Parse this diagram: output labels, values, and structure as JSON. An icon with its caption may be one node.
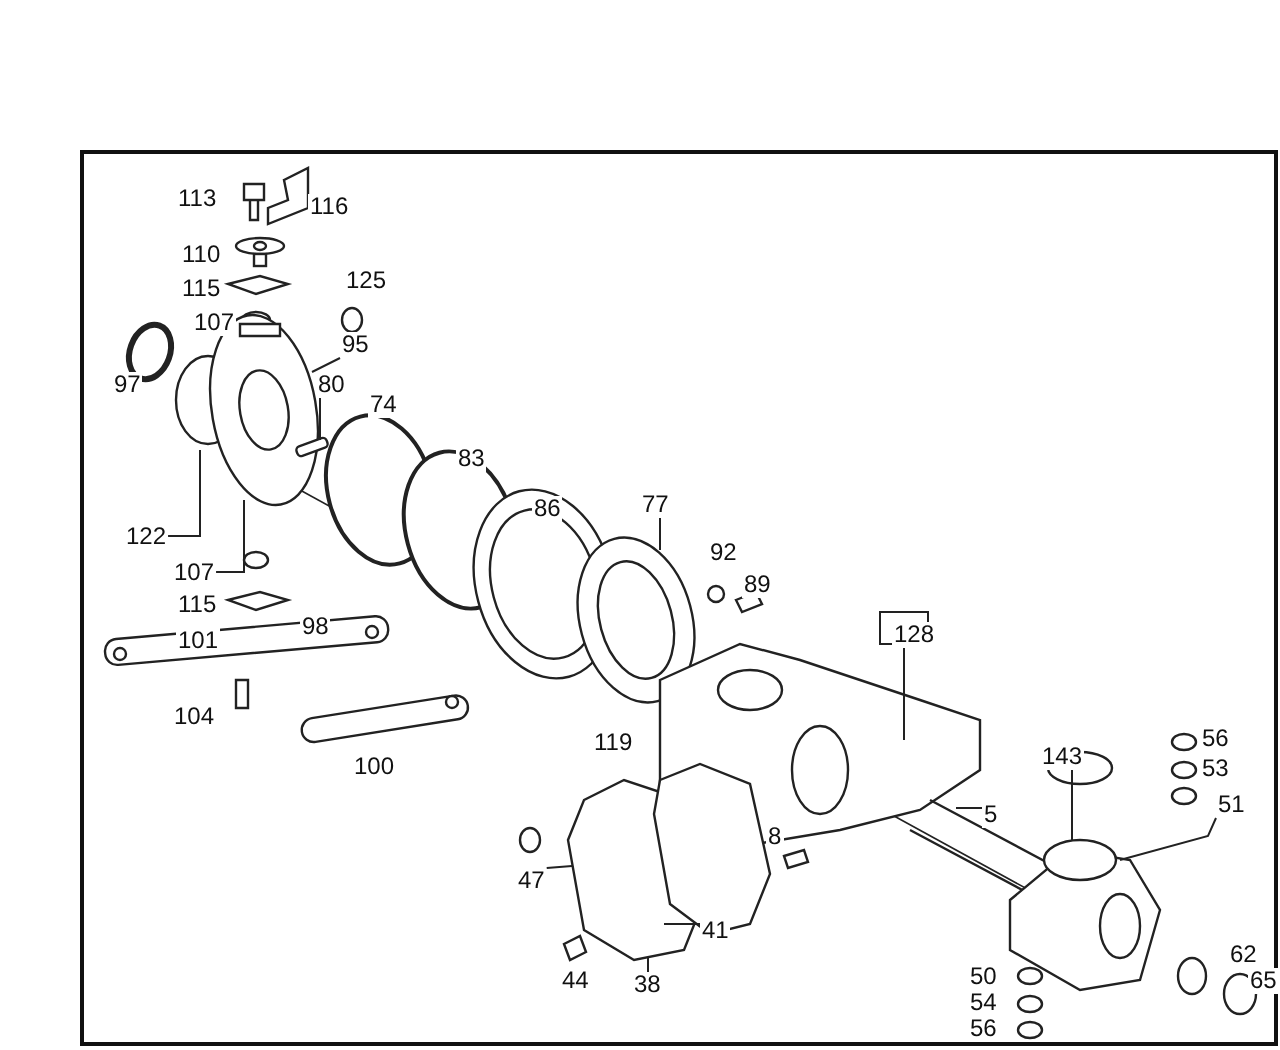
{
  "diagram": {
    "nodes": [
      {
        "text": [
          "95"
        ]
      },
      {
        "text": [
          "80"
        ]
      },
      {
        "text": [
          "122"
        ]
      },
      {
        "text": [
          "107"
        ]
      },
      {
        "text": [
          "77"
        ]
      },
      {
        "text": [
          "128"
        ]
      },
      {
        "text": [
          "143"
        ]
      },
      {
        "text": [
          "5"
        ]
      },
      {
        "text": [
          "51"
        ]
      },
      {
        "text": [
          "47"
        ]
      },
      {
        "text": [
          "41"
        ]
      },
      {
        "text": [
          "38"
        ]
      },
      {
        "text": [
          "113"
        ]
      },
      {
        "text": [
          "116"
        ]
      },
      {
        "text": [
          "110"
        ]
      },
      {
        "text": [
          "115"
        ]
      },
      {
        "text": [
          "125"
        ]
      },
      {
        "text": [
          "107"
        ]
      },
      {
        "text": [
          "97"
        ]
      },
      {
        "text": [
          "74"
        ]
      },
      {
        "text": [
          "83"
        ]
      },
      {
        "text": [
          "86"
        ]
      },
      {
        "text": [
          "92"
        ]
      },
      {
        "text": [
          "89"
        ]
      },
      {
        "text": [
          "115"
        ]
      },
      {
        "text": [
          "98"
        ]
      },
      {
        "text": [
          "101"
        ]
      },
      {
        "text": [
          "104"
        ]
      },
      {
        "text": [
          "100"
        ]
      },
      {
        "text": [
          "119"
        ]
      },
      {
        "text": [
          "8"
        ]
      },
      {
        "text": [
          "56"
        ]
      },
      {
        "text": [
          "53"
        ]
      },
      {
        "text": [
          "62"
        ]
      },
      {
        "text": [
          "65"
        ]
      },
      {
        "text": [
          "50"
        ]
      },
      {
        "text": [
          "54"
        ]
      },
      {
        "text": [
          "56"
        ]
      },
      {
        "text": [
          "44"
        ]
      },
      {
        "text": [],
        "shape": "picture"
      },
      {
        "text": [],
        "shape": "box"
      }
    ],
    "edges": [
      {
        "from": 0,
        "to": 39,
        "arrow": "none"
      },
      {
        "from": 1,
        "to": 40,
        "arrow": "none"
      },
      {
        "from": 2,
        "to": 39,
        "arrow": "none"
      },
      {
        "from": 3,
        "to": 39,
        "arrow": "none"
      },
      {
        "from": 4,
        "to": null,
        "arrow": "none"
      },
      {
        "from": 5,
        "to": null,
        "arrow": "none"
      },
      {
        "from": 6,
        "to": null,
        "arrow": "none"
      },
      {
        "from": 7,
        "to": null,
        "arrow": "none"
      },
      {
        "from": 8,
        "to": null,
        "arrow": "none"
      },
      {
        "from": 9,
        "to": null,
        "arrow": "none"
      },
      {
        "from": 10,
        "to": null,
        "arrow": "none"
      },
      {
        "from": 11,
        "to": null,
        "arrow": "none"
      }
    ]
  }
}
